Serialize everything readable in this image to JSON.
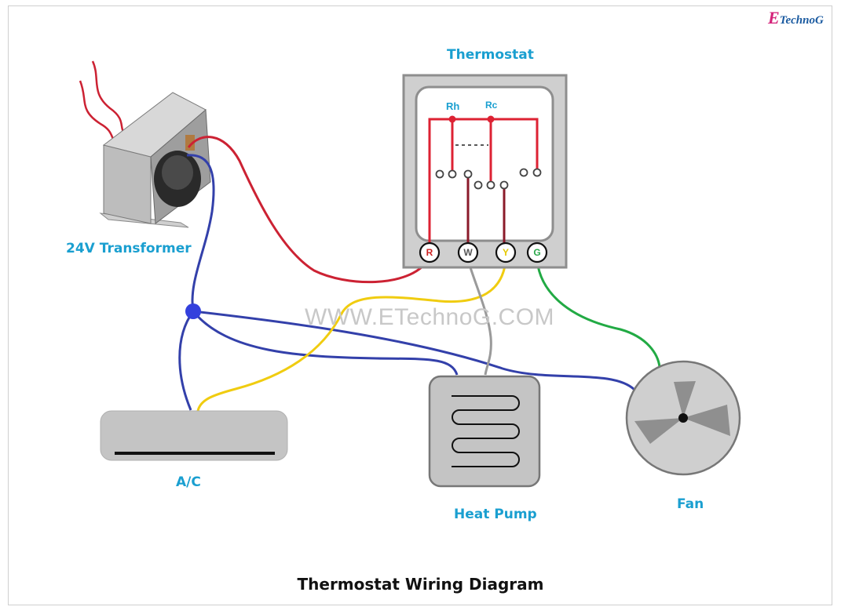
{
  "title": "Thermostat Wiring Diagram",
  "brand": {
    "e": "E",
    "rest": "TechnoG"
  },
  "watermark": "WWW.ETechnoG.COM",
  "labels": {
    "thermostat": "Thermostat",
    "transformer": "24V Transformer",
    "ac": "A/C",
    "heat_pump": "Heat Pump",
    "fan": "Fan"
  },
  "thermostat": {
    "rh": "Rh",
    "rc": "Rc",
    "terminals": [
      {
        "letter": "R",
        "color": "#cc2222"
      },
      {
        "letter": "W",
        "color": "#555555"
      },
      {
        "letter": "Y",
        "color": "#e5c800"
      },
      {
        "letter": "G",
        "color": "#2aa84a"
      }
    ]
  },
  "colors": {
    "label_blue": "#1a9fd0",
    "wire_red": "#cc2233",
    "wire_blue": "#3340aa",
    "wire_yellow": "#f0cc10",
    "wire_green": "#22aa44",
    "wire_gray": "#9a9a9a",
    "thermostat_inner_wire": "#8b1a2a"
  }
}
